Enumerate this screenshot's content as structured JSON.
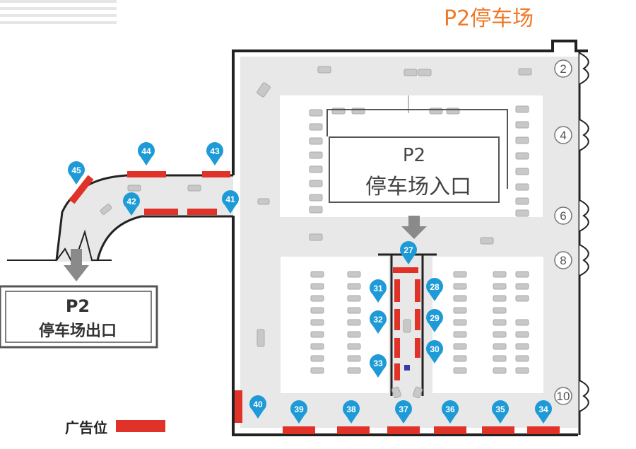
{
  "title": "P2停车场",
  "entrance_label": {
    "line1": "P2",
    "line2": "停车场入口"
  },
  "exit_label": {
    "line1": "P2",
    "line2": "停车场出口"
  },
  "legend": {
    "label": "广告位"
  },
  "colors": {
    "ad_spot": "#e03228",
    "pin": "#1e9bd7",
    "title": "#f07828",
    "floor": "#e8e8e8",
    "arrow": "#8a8a8a"
  },
  "pillars": [
    "2",
    "4",
    "6",
    "8",
    "10"
  ],
  "pins": [
    "27",
    "28",
    "29",
    "30",
    "31",
    "32",
    "33",
    "34",
    "35",
    "36",
    "37",
    "38",
    "39",
    "40",
    "41",
    "42",
    "43",
    "44",
    "45"
  ]
}
